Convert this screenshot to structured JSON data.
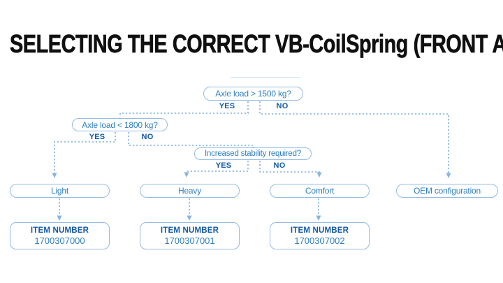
{
  "title": "SELECTING THE CORRECT VB-CoilSpring (FRONT AXLE)",
  "colors": {
    "title_text": "#101010",
    "question_text": "#2f7fc2",
    "yes_no_text": "#1159a6",
    "pill_border": "#94bbe3",
    "connector_line": "#7fb0de",
    "item_label_text": "#1159a6",
    "item_number_text": "#2f7fc2",
    "background": "#ffffff"
  },
  "flowchart": {
    "decisions": [
      {
        "question": "Axle load > 1500 kg?",
        "yes_label": "YES",
        "no_label": "NO"
      },
      {
        "question": "Axle load < 1800 kg?",
        "yes_label": "YES",
        "no_label": "NO"
      },
      {
        "question": "Increased stability required?",
        "yes_label": "YES",
        "no_label": "NO"
      }
    ],
    "outcomes": [
      {
        "label": "Light",
        "item_number_label": "ITEM NUMBER",
        "item_number": "1700307000"
      },
      {
        "label": "Heavy",
        "item_number_label": "ITEM NUMBER",
        "item_number": "1700307001"
      },
      {
        "label": "Comfort",
        "item_number_label": "ITEM NUMBER",
        "item_number": "1700307002"
      },
      {
        "label": "OEM configuration"
      }
    ]
  }
}
